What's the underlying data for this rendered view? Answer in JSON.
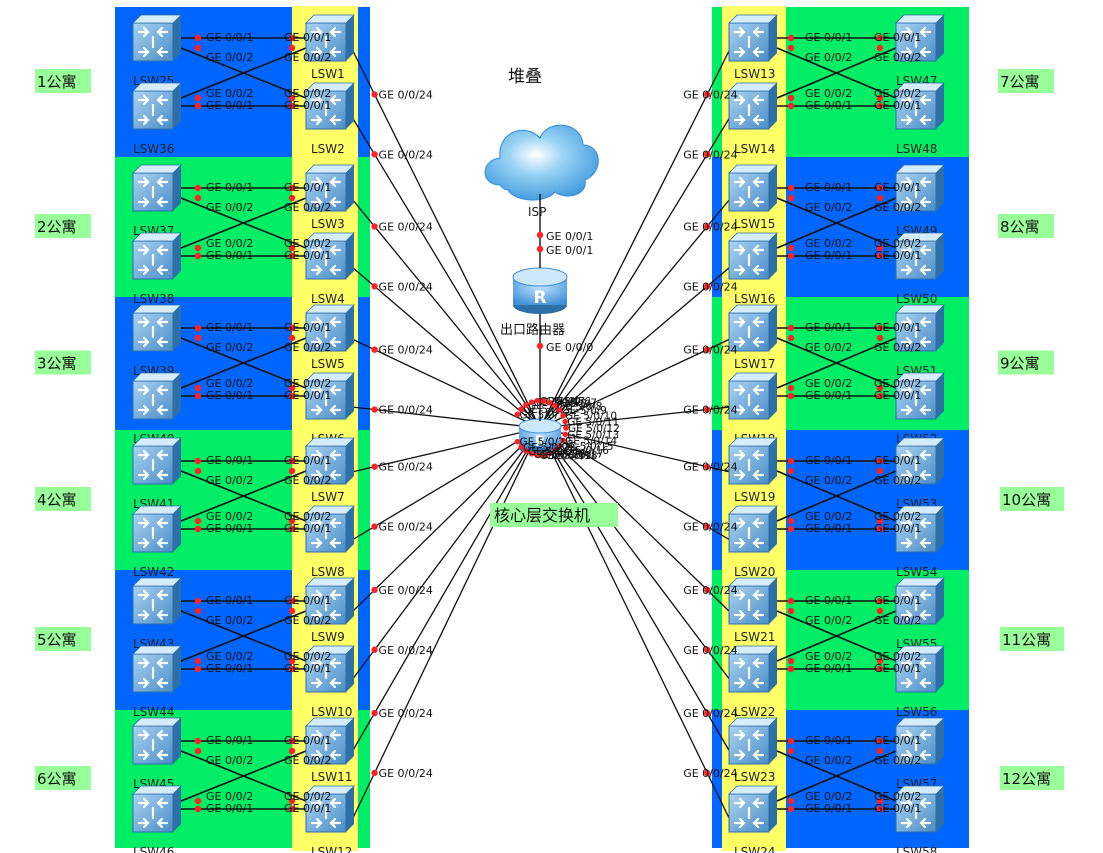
{
  "colors": {
    "zone_blue": "#0066ff",
    "zone_green": "#00ee66",
    "column_yellow": "#ffff66",
    "label_bg": "#99ff99",
    "link": "#111111",
    "port_dot": "#ff2222",
    "switch_body": "#6fa8d8",
    "cloud": "#4aa6e6"
  },
  "labels": {
    "stack": "堆叠",
    "isp": "ISP",
    "router": "出口路由器",
    "core": "核心层交换机"
  },
  "ports": {
    "a1": "GE 0/0/1",
    "a2": "GE 0/0/2",
    "up": "GE 0/0/24",
    "isp_port": "GE 0/0/1",
    "router_isp_port": "GE 0/0/1",
    "router_core_port": "GE 0/0/0"
  },
  "core_ports": [
    "GE 5/0/1",
    "GE 5/0/2",
    "GE 5/0/3",
    "GE 5/0/4",
    "GE 5/0/5",
    "GE 5/0/6",
    "GE 5/0/7",
    "GE 5/0/8",
    "GE 5/0/9",
    "GE 5/0/10",
    "GE 5/0/11",
    "GE 5/0/12",
    "GE 5/0/13",
    "GE 5/0/14",
    "GE 5/0/15",
    "GE 5/0/16",
    "GE 5/0/17",
    "GE 5/0/18",
    "GE 5/0/19",
    "GE 5/0/20",
    "GE 5/0/21",
    "GE 5/0/22",
    "GE 5/0/23"
  ],
  "groups": [
    {
      "apartment": "1公寓",
      "zone": "blue",
      "access_top": "LSW25",
      "access_bottom": "LSW36",
      "stack_top": "LSW1",
      "stack_bottom": "LSW2"
    },
    {
      "apartment": "2公寓",
      "zone": "green",
      "access_top": "LSW37",
      "access_bottom": "LSW38",
      "stack_top": "LSW3",
      "stack_bottom": "LSW4"
    },
    {
      "apartment": "3公寓",
      "zone": "blue",
      "access_top": "LSW39",
      "access_bottom": "LSW40",
      "stack_top": "LSW5",
      "stack_bottom": "LSW6"
    },
    {
      "apartment": "4公寓",
      "zone": "green",
      "access_top": "LSW41",
      "access_bottom": "LSW42",
      "stack_top": "LSW7",
      "stack_bottom": "LSW8"
    },
    {
      "apartment": "5公寓",
      "zone": "blue",
      "access_top": "LSW43",
      "access_bottom": "LSW44",
      "stack_top": "LSW9",
      "stack_bottom": "LSW10"
    },
    {
      "apartment": "6公寓",
      "zone": "green",
      "access_top": "LSW45",
      "access_bottom": "LSW46",
      "stack_top": "LSW11",
      "stack_bottom": "LSW12"
    },
    {
      "apartment": "7公寓",
      "zone": "green",
      "access_top": "LSW47",
      "access_bottom": "LSW48",
      "stack_top": "LSW13",
      "stack_bottom": "LSW14"
    },
    {
      "apartment": "8公寓",
      "zone": "blue",
      "access_top": "LSW49",
      "access_bottom": "LSW50",
      "stack_top": "LSW15",
      "stack_bottom": "LSW16"
    },
    {
      "apartment": "9公寓",
      "zone": "green",
      "access_top": "LSW51",
      "access_bottom": "LSW52",
      "stack_top": "LSW17",
      "stack_bottom": "LSW18"
    },
    {
      "apartment": "10公寓",
      "zone": "blue",
      "access_top": "LSW53",
      "access_bottom": "LSW54",
      "stack_top": "LSW19",
      "stack_bottom": "LSW20"
    },
    {
      "apartment": "11公寓",
      "zone": "green",
      "access_top": "LSW55",
      "access_bottom": "LSW56",
      "stack_top": "LSW21",
      "stack_bottom": "LSW22"
    },
    {
      "apartment": "12公寓",
      "zone": "blue",
      "access_top": "LSW57",
      "access_bottom": "LSW58",
      "stack_top": "LSW23",
      "stack_bottom": "LSW24"
    }
  ]
}
